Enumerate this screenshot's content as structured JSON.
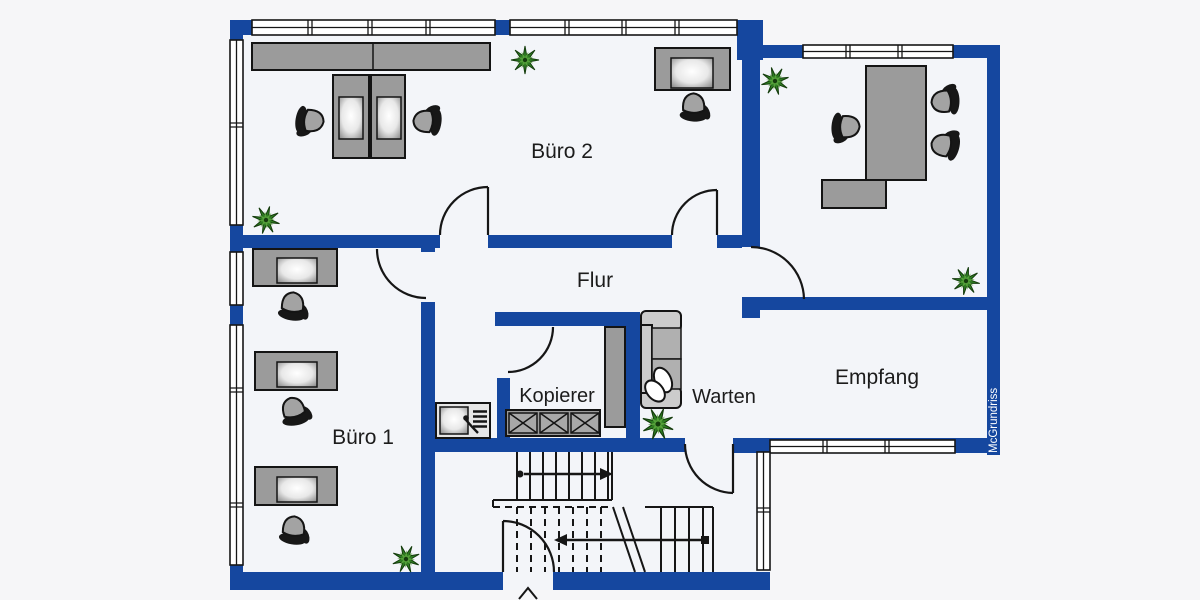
{
  "watermark": "McGrundriss",
  "colors": {
    "wall": "#15479f",
    "room": "#f3f5f9",
    "bg": "#f6f6f8"
  },
  "rooms": {
    "buero2": {
      "label": "Büro 2"
    },
    "flur": {
      "label": "Flur"
    },
    "buero1": {
      "label": "Büro 1"
    },
    "kopierer": {
      "label": "Kopierer"
    },
    "warten": {
      "label": "Warten"
    },
    "empfang": {
      "label": "Empfang"
    }
  }
}
